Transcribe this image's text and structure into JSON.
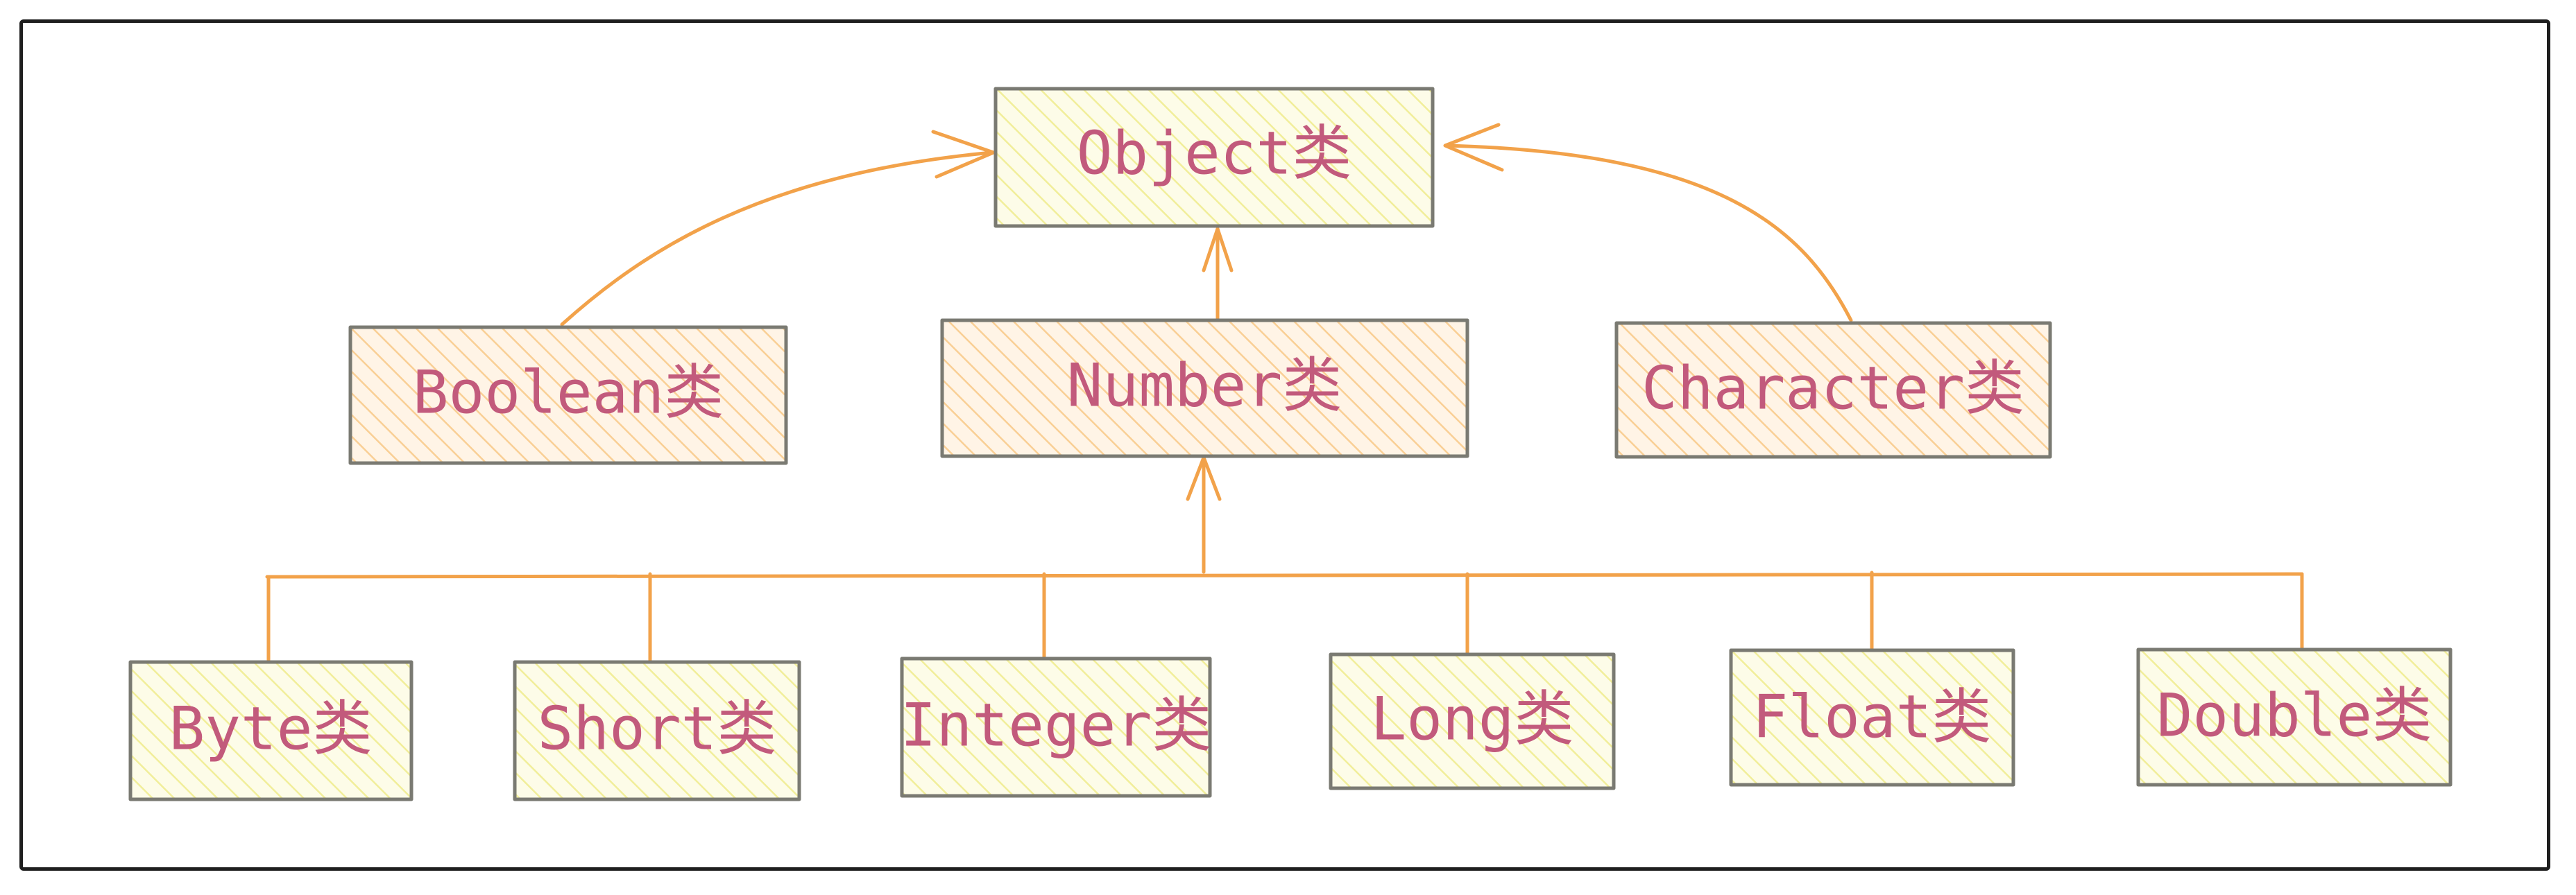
{
  "nodes": {
    "object": "Object类",
    "boolean": "Boolean类",
    "number": "Number类",
    "character": "Character类",
    "byte": "Byte类",
    "short": "Short类",
    "integer": "Integer类",
    "long": "Long类",
    "float": "Float类",
    "double": "Double类"
  },
  "colors": {
    "yellow_fill": "#f6f3a8",
    "orange_fill": "#fbd9a6",
    "label": "#c25a7c",
    "arrow": "#f2a24a",
    "box_border": "#7a7a72"
  }
}
